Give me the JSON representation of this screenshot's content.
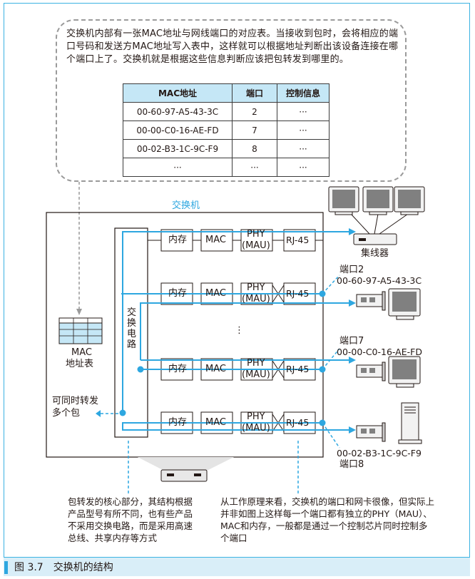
{
  "callout": {
    "text": "交换机内部有一张MAC地址与网线端口的对应表。当接收到包时，会将相应的端口号码和发送方MAC地址写入表中，这样就可以根据地址判断出该设备连接在哪个端口上了。交换机就是根据这些信息判断应该把包转发到哪里的。"
  },
  "table": {
    "headers": [
      "MAC地址",
      "端口",
      "控制信息"
    ],
    "rows": [
      [
        "00-60-97-A5-43-3C",
        "2",
        "···"
      ],
      [
        "00-00-C0-16-AE-FD",
        "7",
        "···"
      ],
      [
        "00-02-B3-1C-9C-F9",
        "8",
        "···"
      ],
      [
        "···",
        "···",
        "···"
      ]
    ]
  },
  "switch": {
    "title": "交换机",
    "circuit": "交换电路",
    "mac_table_label_1": "MAC",
    "mac_table_label_2": "地址表",
    "multi_1": "可同时转发",
    "multi_2": "多个包",
    "dots": "⋮"
  },
  "blocks": {
    "mem": "内存",
    "mac": "MAC",
    "phy_1": "PHY",
    "phy_2": "(MAU)",
    "rj45": "RJ-45"
  },
  "devices": {
    "hub": "集线器",
    "port2_name": "端口2",
    "port2_mac": "00-60-97-A5-43-3C",
    "port7_name": "端口7",
    "port7_mac": "00-00-C0-16-AE-FD",
    "port8_mac": "00-02-B3-1C-9C-F9",
    "port8_name": "端口8"
  },
  "notes": {
    "left": "包转发的核心部分，其结构根据产品型号有所不同，也有些产品不采用交换电路，而是采用高速总线、共享内存等方式",
    "right": "从工作原理来看，交换机的端口和网卡很像，但实际上并非如图上这样每一个端口都有独立的PHY（MAU）、MAC和内存，一般都是通过一个控制芯片同时控制多个端口"
  },
  "caption": "图 3.7　交换机的结构",
  "colors": {
    "accent": "#2ea7e0",
    "table_header": "#c5e7f6",
    "caption_bar": "#d9eef8"
  }
}
